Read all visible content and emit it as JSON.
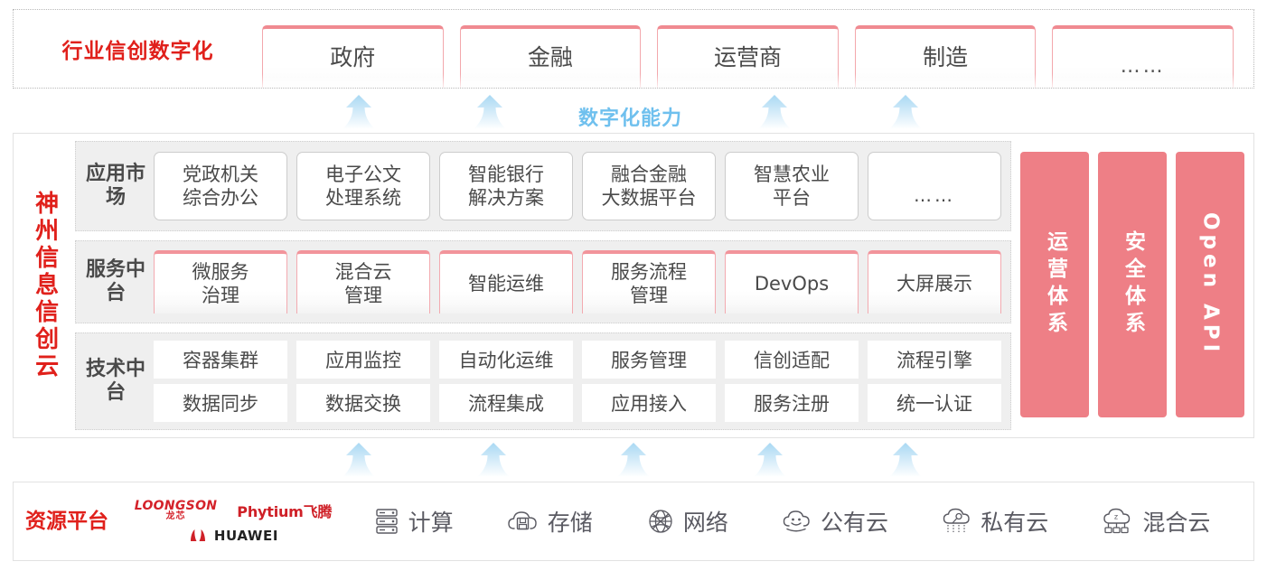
{
  "industry": {
    "title": "行业信创数字化",
    "boxes": [
      {
        "label": "政府"
      },
      {
        "label": "金融"
      },
      {
        "label": "运营商"
      },
      {
        "label": "制造"
      },
      {
        "label": "……"
      }
    ]
  },
  "capability": {
    "label": "数字化能力",
    "arrow_color": "#bfe2f7"
  },
  "cloud": {
    "title": "神州信息信创云",
    "rows": [
      {
        "name": "app-market",
        "label": "应用市场",
        "cells": [
          "党政机关\n综合办公",
          "电子公文\n处理系统",
          "智能银行\n解决方案",
          "融合金融\n大数据平台",
          "智慧农业\n平台",
          "……"
        ]
      },
      {
        "name": "service-platform",
        "label": "服务中台",
        "cells": [
          "微服务\n治理",
          "混合云\n管理",
          "智能运维",
          "服务流程\n管理",
          "DevOps",
          "大屏展示"
        ]
      },
      {
        "name": "tech-platform",
        "label": "技术中台",
        "cells_top": [
          "容器集群",
          "应用监控",
          "自动化运维",
          "服务管理",
          "信创适配",
          "流程引擎"
        ],
        "cells_bottom": [
          "数据同步",
          "数据交换",
          "流程集成",
          "应用接入",
          "服务注册",
          "统一认证"
        ]
      }
    ],
    "pillars": [
      {
        "label": "运营体系",
        "latin": false
      },
      {
        "label": "安全体系",
        "latin": false
      },
      {
        "label": "Open API",
        "latin": true
      }
    ],
    "pillar_color": "#ee7f86"
  },
  "resource": {
    "title": "资源平台",
    "vendors": [
      {
        "name": "loongson",
        "en": "LOONGSON",
        "cn": "龙芯"
      },
      {
        "name": "phytium",
        "text": "Phytium飞腾"
      },
      {
        "name": "huawei",
        "text": "HUAWEI"
      }
    ],
    "items": [
      {
        "icon": "server-rack-icon",
        "label": "计算"
      },
      {
        "icon": "cloud-storage-icon",
        "label": "存储"
      },
      {
        "icon": "network-globe-icon",
        "label": "网络"
      },
      {
        "icon": "public-cloud-icon",
        "label": "公有云"
      },
      {
        "icon": "private-cloud-icon",
        "label": "私有云"
      },
      {
        "icon": "hybrid-cloud-icon",
        "label": "混合云"
      }
    ]
  },
  "colors": {
    "brand_red": "#e0201b",
    "pink": "#ee7f86",
    "arrow_blue": "#bfe2f7",
    "panel_gray": "#efefef"
  }
}
